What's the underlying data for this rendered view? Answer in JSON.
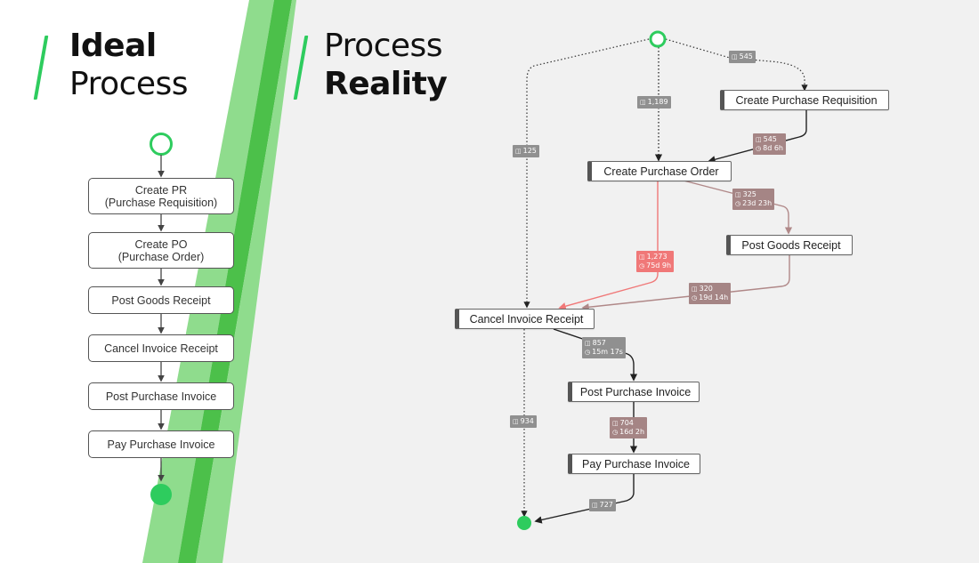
{
  "left_heading": {
    "line1": "Ideal",
    "line2": "Process"
  },
  "right_heading": {
    "line1": "Process",
    "line2": "Reality"
  },
  "ideal_steps": [
    "Create PR\n(Purchase Requisition)",
    "Create PO\n(Purchase Order)",
    "Post Goods Receipt",
    "Cancel Invoice Receipt",
    "Post Purchase Invoice",
    "Pay Purchase Invoice"
  ],
  "reality_nodes": {
    "create_pr": "Create Purchase Requisition",
    "create_po": "Create Purchase Order",
    "post_goods": "Post Goods Receipt",
    "cancel_invoice": "Cancel Invoice Receipt",
    "post_invoice": "Post Purchase Invoice",
    "pay_invoice": "Pay Purchase Invoice"
  },
  "edge_labels": {
    "start_to_pr": {
      "count": "545"
    },
    "start_to_po": {
      "count": "1,189"
    },
    "start_to_cancel": {
      "count": "125"
    },
    "pr_to_po": {
      "count": "545",
      "duration": "8d 6h"
    },
    "po_to_goods": {
      "count": "325",
      "duration": "23d 23h"
    },
    "po_to_cancel": {
      "count": "1,273",
      "duration": "75d 9h"
    },
    "goods_to_cancel": {
      "count": "320",
      "duration": "19d 14h"
    },
    "cancel_to_post": {
      "count": "857",
      "duration": "15m 17s"
    },
    "post_to_pay": {
      "count": "704",
      "duration": "16d 2h"
    },
    "start_to_end": {
      "count": "934"
    },
    "pay_to_end": {
      "count": "727"
    }
  },
  "colors": {
    "accent_green": "#2ecc5e",
    "stripe_light": "#8fdc8d",
    "stripe_dark": "#4cc04a",
    "badge_gray": "#909090",
    "badge_mauve": "#a58585",
    "badge_red": "#f07878",
    "edge_red": "#f07878",
    "edge_mauve": "#b08888"
  }
}
